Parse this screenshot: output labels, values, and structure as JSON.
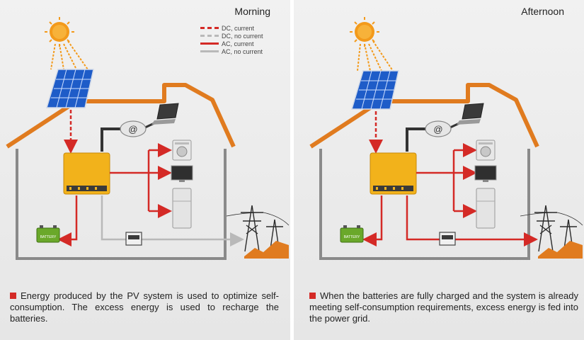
{
  "legend": {
    "dc_current": "DC, current",
    "dc_no_current": "DC, no current",
    "ac_current": "AC, current",
    "ac_no_current": "AC, no current"
  },
  "panels": [
    {
      "title": "Morning",
      "caption": "Energy produced by the PV system is used to optimize self-consumption. The excess energy is used to recharge the batteries.",
      "grid_line_state": "AC, no current",
      "battery_link_state": "AC, current"
    },
    {
      "title": "Afternoon",
      "caption": "When the batteries are fully charged and the system is already meeting self-consumption requirements, excess energy is fed into the power grid.",
      "grid_line_state": "AC, current",
      "battery_link_state": "AC, current"
    }
  ],
  "icons": {
    "internet": "@",
    "battery": "BATTERY"
  },
  "colors": {
    "current": "#d42a26",
    "no_current": "#b9b9b9",
    "roof": "#e07b1f",
    "inverter": "#f2b21b",
    "panel": "#1e5cc8"
  }
}
